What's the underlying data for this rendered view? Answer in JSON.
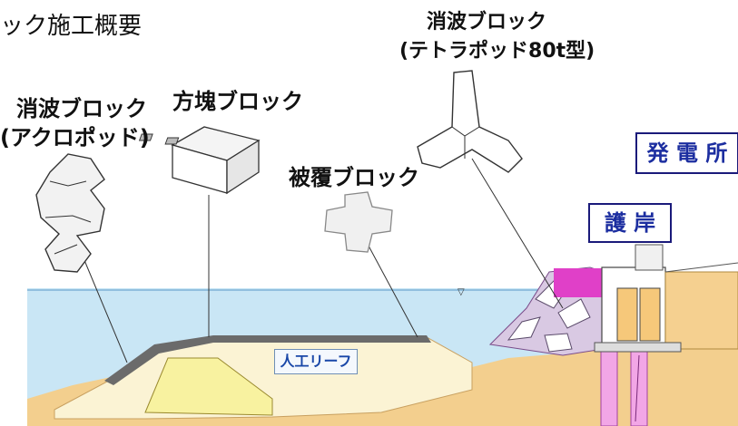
{
  "header": {
    "title": "ック施工概要"
  },
  "labels": {
    "wave_block_tetrapod_line1": "消波ブロック",
    "wave_block_tetrapod_line2": "(テトラポッド80t型)",
    "wave_block_accropode_line1": "消波ブロック",
    "wave_block_accropode_line2": "(アクロポッド)",
    "square_block": "方塊ブロック",
    "armor_block": "被覆ブロック",
    "power_station": "発 電 所",
    "seawall": "護 岸",
    "artificial_reef": "人工リーフ"
  },
  "colors": {
    "sea": "#c9e6f5",
    "sand": "#f3cf8e",
    "reef_fill": "#f8f2a0",
    "seawall_magenta": "#e040c8",
    "pile_pink": "#f2a6e6",
    "label_blue": "#1c2ea0"
  }
}
